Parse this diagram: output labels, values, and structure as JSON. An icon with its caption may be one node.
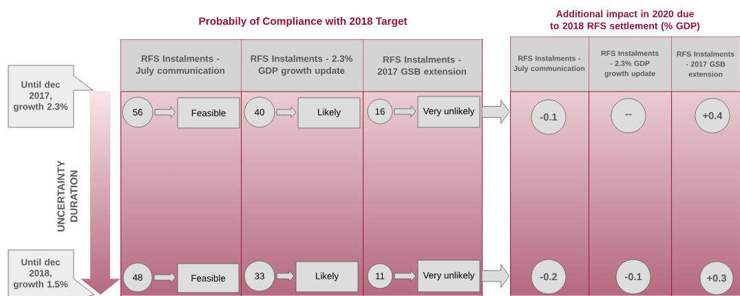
{
  "diagram": {
    "title": "Probabily of Compliance with 2018 Target",
    "nodes": [
      {
        "text": [
          "Until dec 2017, growth 2.3%"
        ]
      },
      {
        "text": [
          "Until dec 2018, growth 1.5%"
        ]
      },
      {
        "text": [
          "RFS Instalments - July communication"
        ]
      },
      {
        "text": [
          "RFS Instalments - 2.3% GDP growth update"
        ]
      },
      {
        "text": [
          "RFS Instalments - 2017 GSB extension"
        ]
      },
      {
        "text": [
          "RFS Instalments - July communication"
        ]
      },
      {
        "text": [
          "RFS Instalments - 2.3% GDP growth update"
        ]
      },
      {
        "text": [
          "RFS Instalments - 2017 GSB extension"
        ]
      },
      {
        "text": [
          "56"
        ],
        "in": 2
      },
      {
        "text": [
          "Feasible"
        ],
        "in": 2
      },
      {
        "text": [
          "40"
        ],
        "in": 3
      },
      {
        "text": [
          "Likely"
        ],
        "in": 3
      },
      {
        "text": [
          "16"
        ],
        "in": 4
      },
      {
        "text": [
          "Very unlikely"
        ],
        "in": 4
      },
      {
        "text": [
          "-0.1"
        ],
        "in": 5
      },
      {
        "text": [
          "--"
        ],
        "in": 6
      },
      {
        "text": [
          "+0.4"
        ],
        "in": 7
      },
      {
        "text": [
          "48"
        ],
        "in": 2
      },
      {
        "text": [
          "Feasible"
        ],
        "in": 2
      },
      {
        "text": [
          "33"
        ],
        "in": 3
      },
      {
        "text": [
          "Likely"
        ],
        "in": 3
      },
      {
        "text": [
          "11"
        ],
        "in": 4
      },
      {
        "text": [
          "Very unlikely"
        ],
        "in": 4
      },
      {
        "text": [
          "-0.2"
        ],
        "in": 5
      },
      {
        "text": [
          "-0.1"
        ],
        "in": 6
      },
      {
        "text": [
          "+0.3"
        ],
        "in": 7
      }
    ],
    "edges": [
      {
        "from": 8,
        "to": 9,
        "arrow": "to"
      },
      {
        "from": 10,
        "to": 11,
        "arrow": "to"
      },
      {
        "from": 12,
        "to": 13,
        "arrow": "to"
      },
      {
        "from": 13,
        "to": 5,
        "arrow": "to"
      },
      {
        "from": 17,
        "to": 18,
        "arrow": "to"
      },
      {
        "from": 19,
        "to": 20,
        "arrow": "to"
      },
      {
        "from": 21,
        "to": 22,
        "arrow": "to"
      },
      {
        "from": 22,
        "to": 5,
        "arrow": "to"
      }
    ],
    "labels": [
      "Additional impact in 2020 due to 2018 RFS settlement (% GDP)",
      "UNCERTAINTY DURATION"
    ]
  }
}
